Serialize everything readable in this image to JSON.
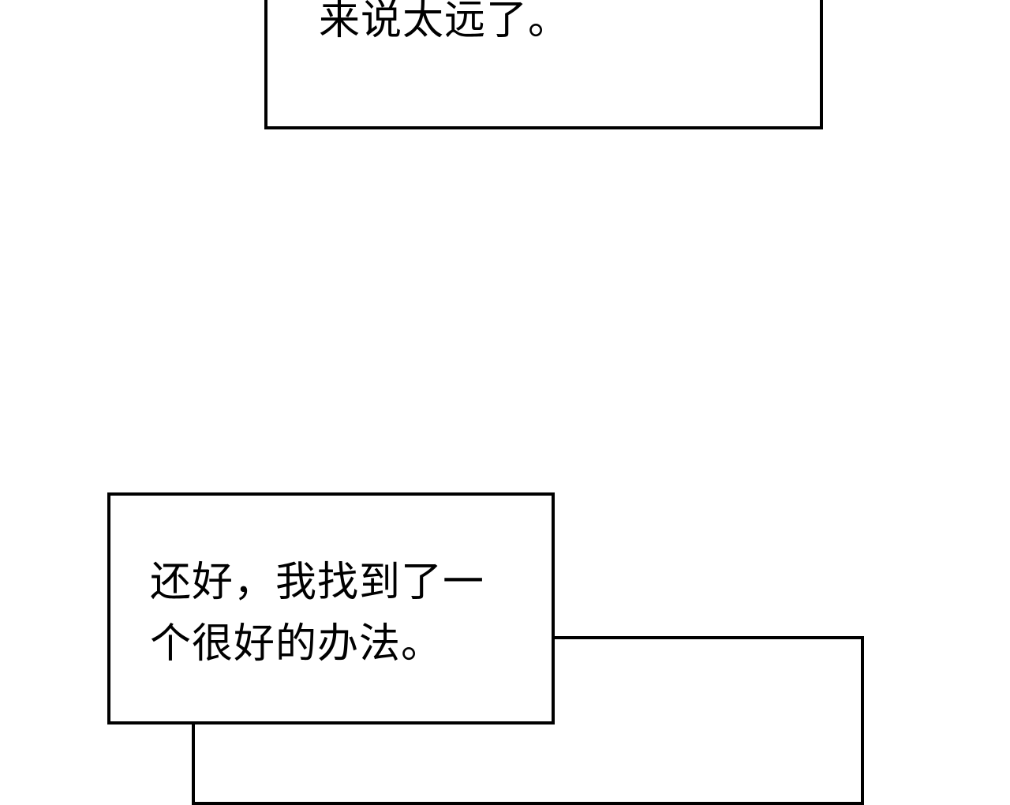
{
  "captions": {
    "top_box": {
      "line1": "来说太远了。"
    },
    "middle_box": {
      "line1": "还好，我找到了一",
      "line2": "个很好的办法。"
    }
  },
  "colors": {
    "background": "#ffffff",
    "border": "#000000",
    "text": "#000000"
  }
}
